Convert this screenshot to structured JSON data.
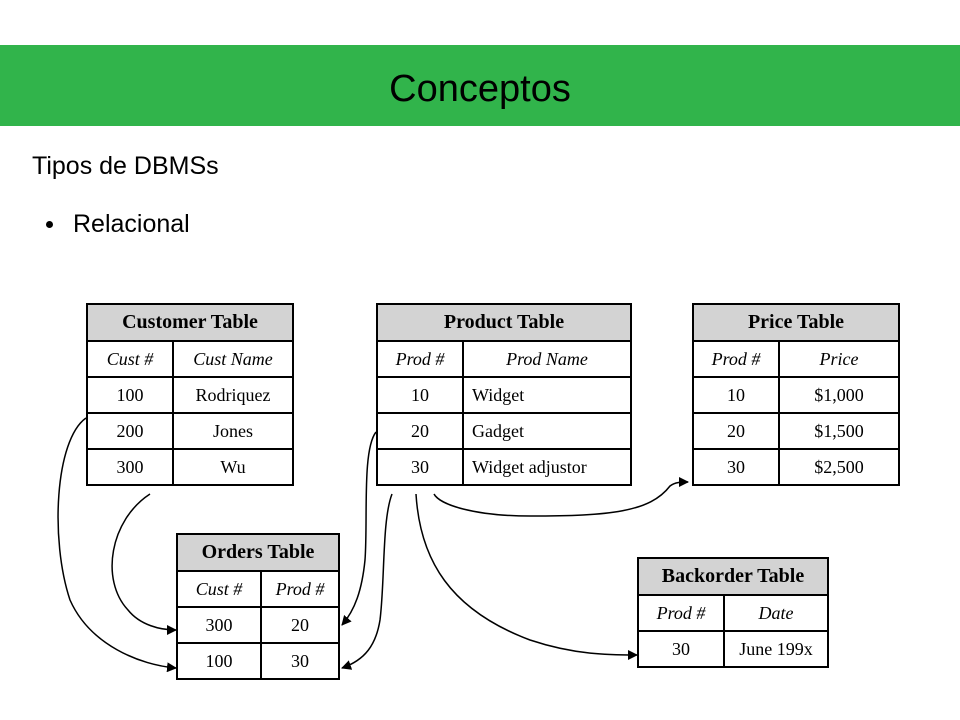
{
  "slide": {
    "title": "Conceptos",
    "subtitle": "Tipos de DBMSs",
    "bullet": "Relacional",
    "accent_color": "#31b44b"
  },
  "tables": {
    "customer": {
      "title": "Customer Table",
      "headers": [
        "Cust #",
        "Cust Name"
      ],
      "rows": [
        [
          "100",
          "Rodriquez"
        ],
        [
          "200",
          "Jones"
        ],
        [
          "300",
          "Wu"
        ]
      ]
    },
    "product": {
      "title": "Product Table",
      "headers": [
        "Prod #",
        "Prod Name"
      ],
      "rows": [
        [
          "10",
          "Widget"
        ],
        [
          "20",
          "Gadget"
        ],
        [
          "30",
          "Widget adjustor"
        ]
      ]
    },
    "price": {
      "title": "Price Table",
      "headers": [
        "Prod #",
        "Price"
      ],
      "rows": [
        [
          "10",
          "$1,000"
        ],
        [
          "20",
          "$1,500"
        ],
        [
          "30",
          "$2,500"
        ]
      ]
    },
    "orders": {
      "title": "Orders Table",
      "headers": [
        "Cust #",
        "Prod #"
      ],
      "rows": [
        [
          "300",
          "20"
        ],
        [
          "100",
          "30"
        ]
      ]
    },
    "backorder": {
      "title": "Backorder Table",
      "headers": [
        "Prod #",
        "Date"
      ],
      "rows": [
        [
          "30",
          "June 199x"
        ]
      ]
    }
  }
}
